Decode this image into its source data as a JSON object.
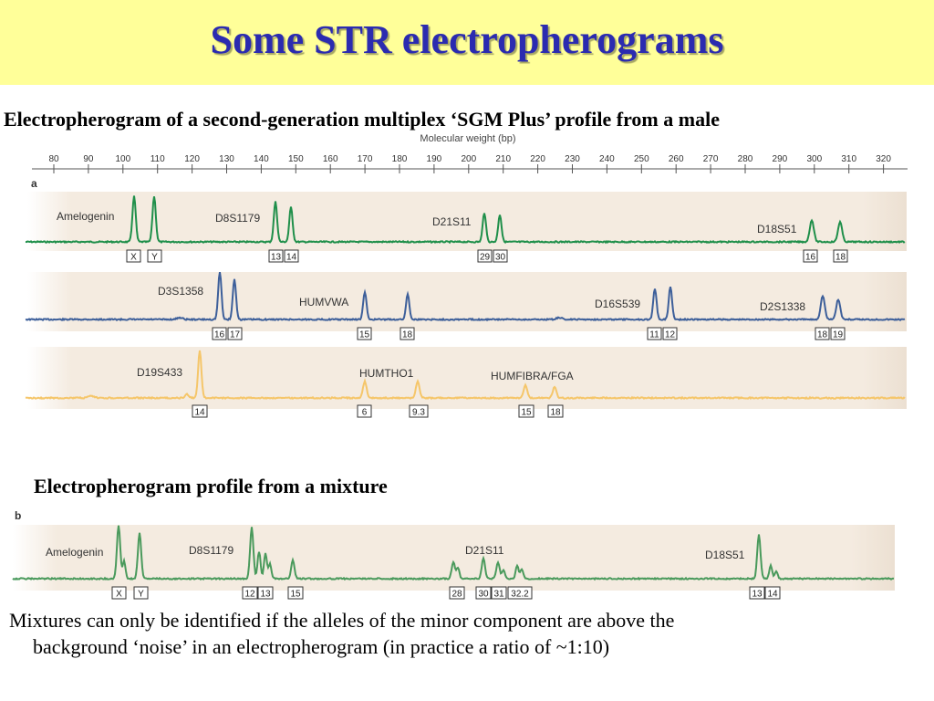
{
  "title": "Some STR electropherograms",
  "heading_a": "Electropherogram of a second-generation multiplex ‘SGM Plus’ profile from a male",
  "heading_b": "Electropherogram profile from a mixture",
  "body_line1": "Mixtures can only be identified if the alleles of the minor component are above the",
  "body_line2": "background ‘noise’ in an electropherogram (in practice a ratio of ~1:10)",
  "axis_title": "Molecular weight (bp)",
  "axis_ticks": [
    "80",
    "90",
    "100",
    "110",
    "120",
    "130",
    "140",
    "150",
    "160",
    "170",
    "180",
    "190",
    "200",
    "210",
    "220",
    "230",
    "240",
    "250",
    "260",
    "270",
    "280",
    "290",
    "300",
    "310",
    "320"
  ],
  "panel_a": {
    "label": "a",
    "lanes": [
      {
        "color": "#1f8f4a",
        "loci": [
          "Amelogenin",
          "D8S1179",
          "D21S11",
          "D18S51"
        ],
        "alleles": [
          "X",
          "Y",
          "13",
          "14",
          "29",
          "30",
          "16",
          "18"
        ]
      },
      {
        "color": "#3d5f9a",
        "loci": [
          "D3S1358",
          "HUMVWA",
          "D16S539",
          "D2S1338"
        ],
        "alleles": [
          "16",
          "17",
          "15",
          "18",
          "11",
          "12",
          "18",
          "19"
        ]
      },
      {
        "color": "#f5c66a",
        "loci": [
          "D19S433",
          "HUMTHO1",
          "HUMFIBRA/FGA"
        ],
        "alleles": [
          "14",
          "6",
          "9.3",
          "15",
          "18"
        ]
      }
    ]
  },
  "panel_b": {
    "label": "b",
    "color": "#4a9a5c",
    "loci": [
      "Amelogenin",
      "D8S1179",
      "D21S11",
      "D18S51"
    ],
    "alleles": [
      "X",
      "Y",
      "12",
      "13",
      "15",
      "28",
      "30",
      "31",
      "32.2",
      "13",
      "14"
    ]
  }
}
